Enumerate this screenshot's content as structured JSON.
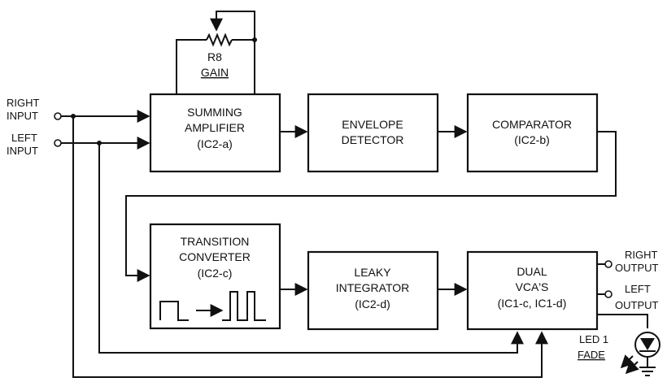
{
  "blocks": {
    "summing": {
      "line1": "SUMMING",
      "line2": "AMPLIFIER",
      "line3": "(IC2-a)"
    },
    "envelope": {
      "line1": "ENVELOPE",
      "line2": "DETECTOR"
    },
    "comparator": {
      "line1": "COMPARATOR",
      "line2": "(IC2-b)"
    },
    "transition": {
      "line1": "TRANSITION",
      "line2": "CONVERTER",
      "line3": "(IC2-c)"
    },
    "leaky": {
      "line1": "LEAKY",
      "line2": "INTEGRATOR",
      "line3": "(IC2-d)"
    },
    "vca": {
      "line1": "DUAL",
      "line2": "VCA'S",
      "line3": "(IC1-c, IC1-d)"
    }
  },
  "gain_pot": {
    "ref": "R8",
    "name": "GAIN"
  },
  "inputs": {
    "right_line1": "RIGHT",
    "right_line2": "INPUT",
    "left_line1": "LEFT",
    "left_line2": "INPUT"
  },
  "outputs": {
    "right_line1": "RIGHT",
    "right_line2": "OUTPUT",
    "left_line1": "LEFT",
    "left_line2": "OUTPUT"
  },
  "led": {
    "ref": "LED 1",
    "name": "FADE"
  }
}
